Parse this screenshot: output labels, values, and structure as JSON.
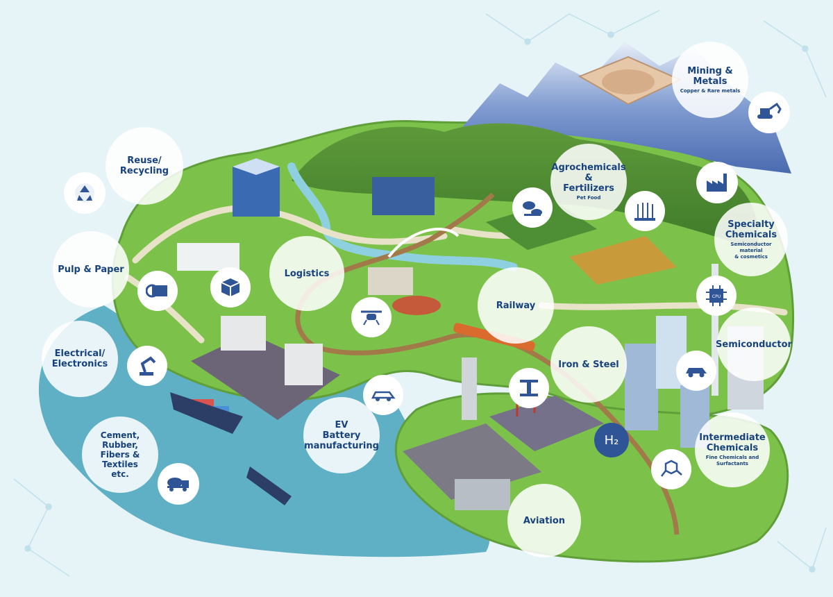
{
  "labels": {
    "mining_title": "Mining &\nMetals",
    "mining_sub": "Copper & Rare metals",
    "reuse": "Reuse/\nRecycling",
    "agro_title": "Agrochemicals &\nFertilizers",
    "agro_sub": "Pet Food",
    "specialty_title": "Specialty\nChemicals",
    "specialty_sub": "Semiconductor material\n& cosmetics",
    "pulp": "Pulp & Paper",
    "logistics": "Logistics",
    "railway": "Railway",
    "semiconductor": "Semiconductor",
    "electrical": "Electrical/\nElectronics",
    "iron": "Iron & Steel",
    "ev": "EV\nBattery\nmanufacturing",
    "cement": "Cement,\nRubber,\nFibers & Textiles\netc.",
    "intermediate_title": "Intermediate\nChemicals",
    "intermediate_sub": "Fine Chemicals and\nSurfactants",
    "aviation": "Aviation",
    "hydrogen": "H₂",
    "cpu": "CPU"
  },
  "icons": {
    "mining": "excavator-icon",
    "reuse": "recycle-icon",
    "agro_pet": "pet-icon",
    "agro_crop": "wheat-icon",
    "specialty": "factory-icon",
    "pulp": "paper-roll-icon",
    "logistics": "box-icon",
    "drone": "drone-icon",
    "railway": "train-icon",
    "semiconductor": "cpu-icon",
    "electrical": "robot-arm-icon",
    "iron": "steel-beam-icon",
    "ev": "electric-car-icon",
    "cement": "mixer-truck-icon",
    "intermediate": "molecule-icon",
    "hydrogen": "hydrogen-icon",
    "auto": "car-icon"
  },
  "colors": {
    "label": "#17427d",
    "icon": "#2f5597",
    "water": "#5fb0c4",
    "land": "#7cc24a",
    "background": "#e6f3f7"
  }
}
